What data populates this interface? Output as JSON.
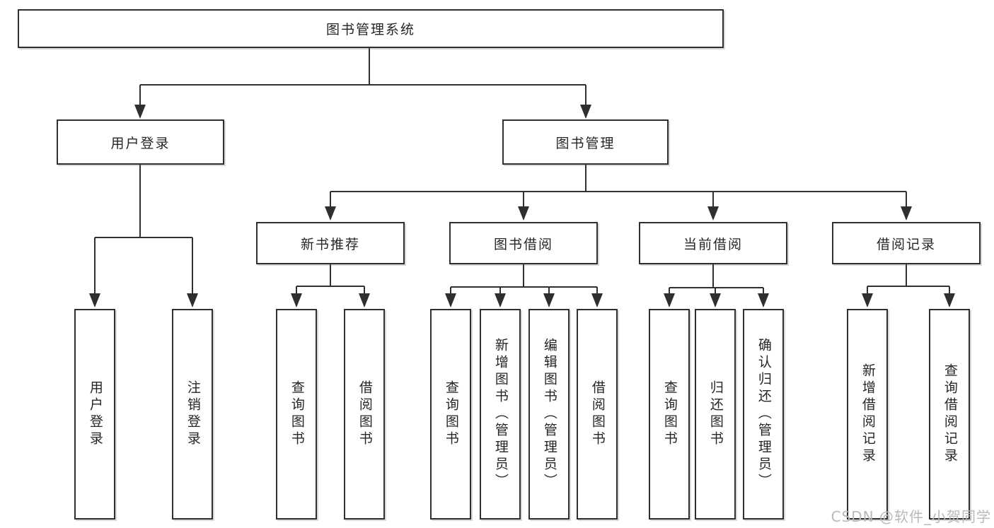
{
  "tree": {
    "label": "图书管理系统",
    "children": [
      {
        "label": "用户登录",
        "children": [
          {
            "label": "用户登录"
          },
          {
            "label": "注销登录"
          }
        ]
      },
      {
        "label": "图书管理",
        "children": [
          {
            "label": "新书推荐",
            "children": [
              {
                "label": "查询图书"
              },
              {
                "label": "借阅图书"
              }
            ]
          },
          {
            "label": "图书借阅",
            "children": [
              {
                "label": "查询图书"
              },
              {
                "label": "新增图书（管理员）"
              },
              {
                "label": "编辑图书（管理员）"
              },
              {
                "label": "借阅图书"
              }
            ]
          },
          {
            "label": "当前借阅",
            "children": [
              {
                "label": "查询图书"
              },
              {
                "label": "归还图书"
              },
              {
                "label": "确认归还（管理员）"
              }
            ]
          },
          {
            "label": "借阅记录",
            "children": [
              {
                "label": "新增借阅记录"
              },
              {
                "label": "查询借阅记录"
              }
            ]
          }
        ]
      }
    ]
  },
  "watermark": "CSDN @软件_小贺同学",
  "colors": {
    "line": "#2f2f2f",
    "border": "#2f2f2f",
    "text": "#262626",
    "box_background": "#ffffff",
    "page_background": "#ffffff",
    "watermark": "#b9b9b9"
  }
}
